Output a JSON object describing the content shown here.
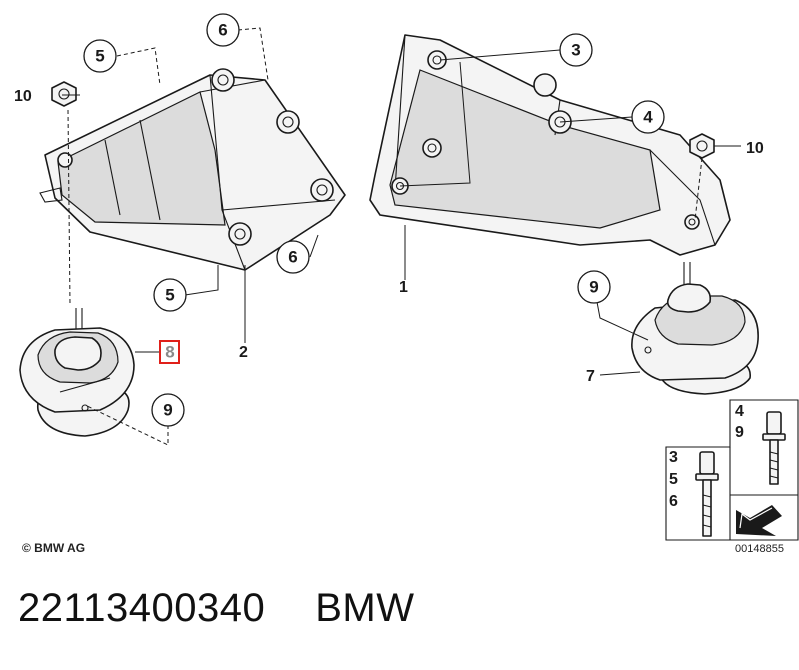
{
  "callouts": {
    "c5a": "5",
    "c6a": "6",
    "c10a": "10",
    "c6b": "6",
    "c5b": "5",
    "c2": "2",
    "c8": "8",
    "c9a": "9",
    "c3": "3",
    "c4": "4",
    "c10b": "10",
    "c1": "1",
    "c9b": "9",
    "c7": "7"
  },
  "fastener_legend": {
    "long_bolt": [
      "4",
      "9"
    ],
    "short_bolt": [
      "3",
      "5",
      "6"
    ]
  },
  "copyright": "© BMW AG",
  "diagram_number": "00148855",
  "footer": {
    "part_number": "22113400340",
    "brand": "BMW"
  },
  "colors": {
    "highlight": "#e0201a",
    "line": "#1a1a1a",
    "highlight_text": "#8a8a8a"
  }
}
